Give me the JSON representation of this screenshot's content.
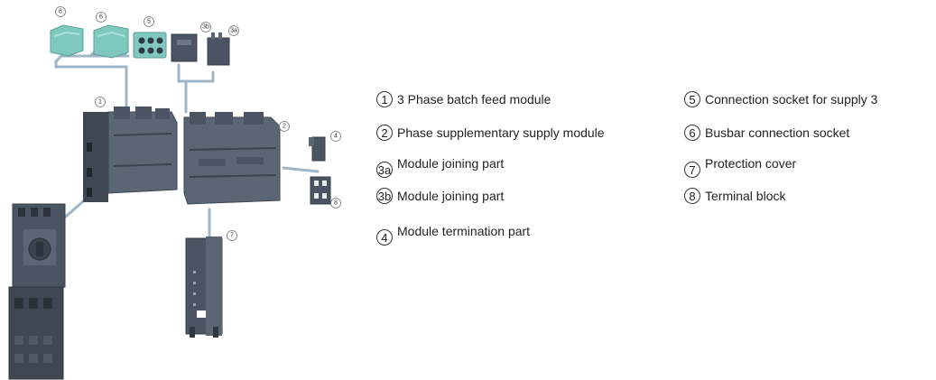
{
  "figure": {
    "callouts": [
      "6",
      "6",
      "5",
      "3b",
      "3a",
      "1",
      "2",
      "4",
      "8",
      "7"
    ]
  },
  "legend": [
    {
      "num": "1",
      "text": "3 Phase batch feed module"
    },
    {
      "num": "2",
      "text": "Phase supplementary supply module"
    },
    {
      "num": "3a",
      "text": "Module joining part"
    },
    {
      "num": "3b",
      "text": "Module joining part"
    },
    {
      "num": "4",
      "text": "Module termination part"
    },
    {
      "num": "5",
      "text": "Connection socket for supply 3"
    },
    {
      "num": "6",
      "text": "Busbar connection socket"
    },
    {
      "num": "7",
      "text": "Protection cover"
    },
    {
      "num": "8",
      "text": "Terminal block"
    }
  ],
  "colors": {
    "part_dark": "#4a5462",
    "part_mid": "#5b6675",
    "part_light": "#7c8796",
    "part_teal": "#7ec8c0",
    "connector": "#9fb4c4",
    "badge_border": "#333333"
  }
}
